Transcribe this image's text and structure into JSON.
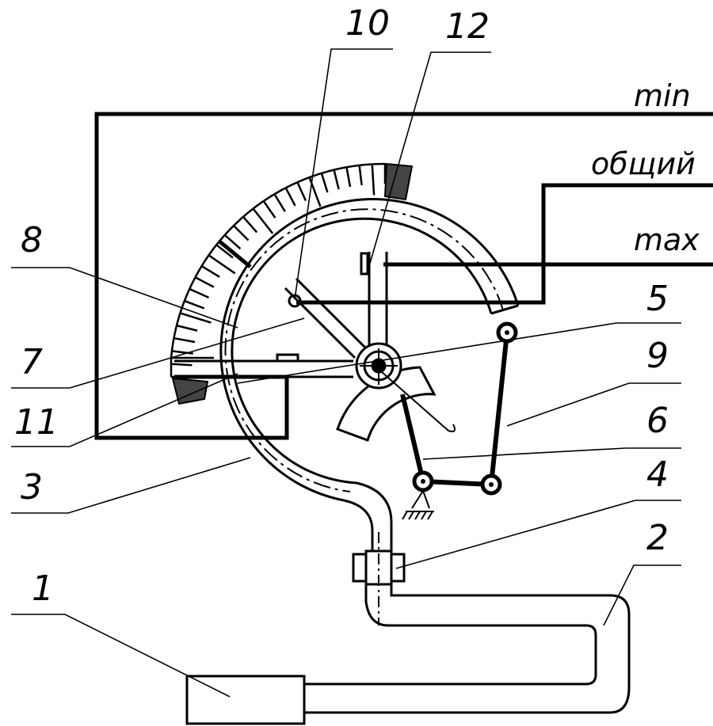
{
  "part_labels": {
    "p1": "1",
    "p2": "2",
    "p3": "3",
    "p4": "4",
    "p5": "5",
    "p6": "6",
    "p7": "7",
    "p8": "8",
    "p9": "9",
    "p10": "10",
    "p11": "11",
    "p12": "12"
  },
  "wire_labels": {
    "min": "min",
    "common": "общий",
    "max": "max"
  },
  "colors": {
    "line": "#000000",
    "background": "#ffffff",
    "contact_fill": "#444444"
  }
}
